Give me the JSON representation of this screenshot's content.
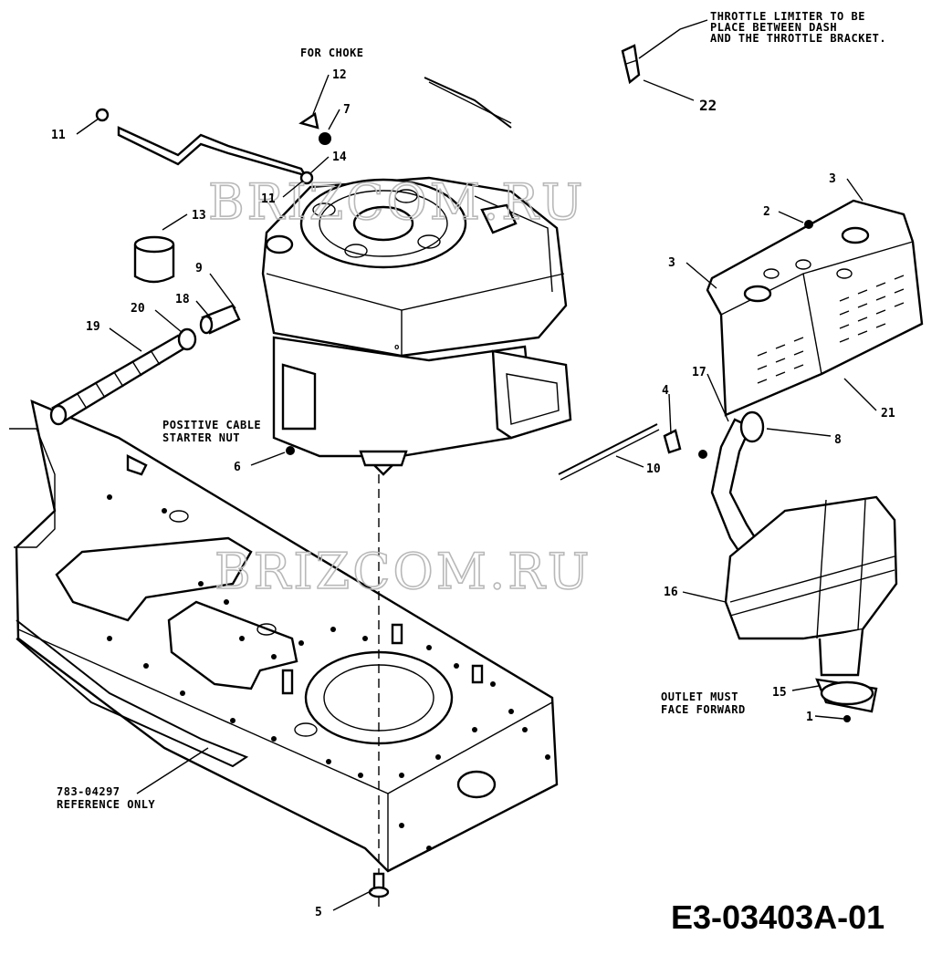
{
  "diagram_code": "E3-03403A-01",
  "watermarks": [
    "BRIZCOM.RU",
    "BRIZCOM.RU"
  ],
  "notes": {
    "throttle": [
      "THROTTLE LIMITER TO BE",
      "PLACE BETWEEN DASH",
      "AND THE THROTTLE BRACKET."
    ],
    "choke": "FOR CHOKE",
    "positive_cable": [
      "POSITIVE CABLE",
      "STARTER NUT"
    ],
    "outlet": [
      "OUTLET MUST",
      "FACE FORWARD"
    ],
    "reference": [
      "783-04297",
      "REFERENCE ONLY"
    ]
  },
  "callouts": [
    "22",
    "12",
    "7",
    "14",
    "11",
    "11",
    "13",
    "9",
    "18",
    "20",
    "19",
    "3",
    "2",
    "3",
    "21",
    "17",
    "4",
    "8",
    "10",
    "6",
    "16",
    "15",
    "1",
    "5"
  ],
  "colors": {
    "ink": "#000000",
    "paper": "#ffffff",
    "watermark": "#b8b8b8"
  }
}
